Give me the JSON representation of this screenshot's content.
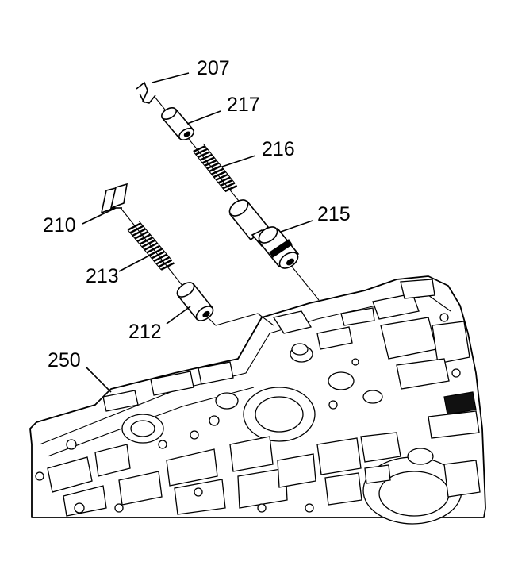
{
  "figure": {
    "callouts": {
      "c207": "207",
      "c217": "217",
      "c216": "216",
      "c215": "215",
      "c210": "210",
      "c213": "213",
      "c212": "212",
      "c250": "250"
    }
  },
  "icons": {
    "clip": "retainer-clip-icon",
    "spring": "coil-spring-icon",
    "valve": "spool-valve-icon",
    "body": "valve-body-casting-icon"
  },
  "colors": {
    "ink": "#000000",
    "paper": "#ffffff"
  }
}
